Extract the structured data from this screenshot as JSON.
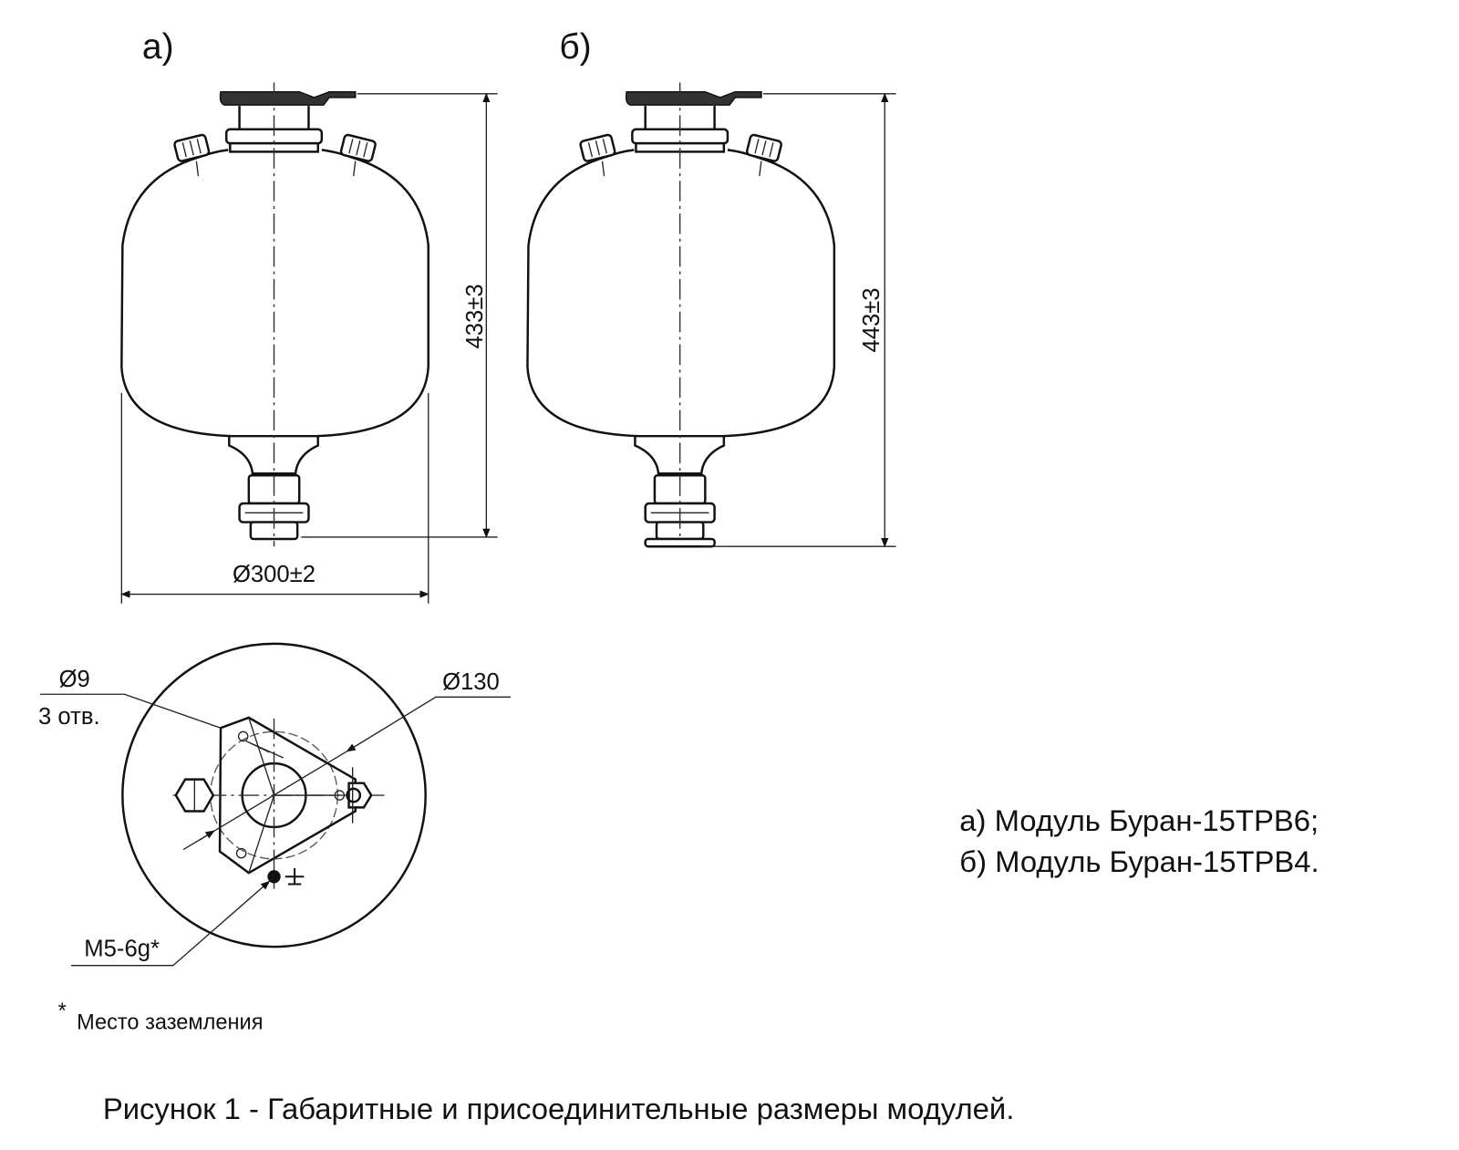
{
  "views": {
    "a": {
      "label": "а)",
      "height_dim": "433±3"
    },
    "b": {
      "label": "б)",
      "height_dim": "443±3"
    }
  },
  "diameter_dim": "Ø300±2",
  "bottom_view": {
    "hole_dia": "Ø9",
    "hole_count": "3 отв.",
    "pitch_circle": "Ø130",
    "thread": "M5-6g*"
  },
  "footnote": {
    "mark": "*",
    "text": "Место заземления"
  },
  "legend": [
    "а) Модуль Буран-15ТРВ6;",
    "б) Модуль Буран-15ТРВ4."
  ],
  "caption": "Рисунок 1 - Габаритные и присоединительные размеры модулей."
}
